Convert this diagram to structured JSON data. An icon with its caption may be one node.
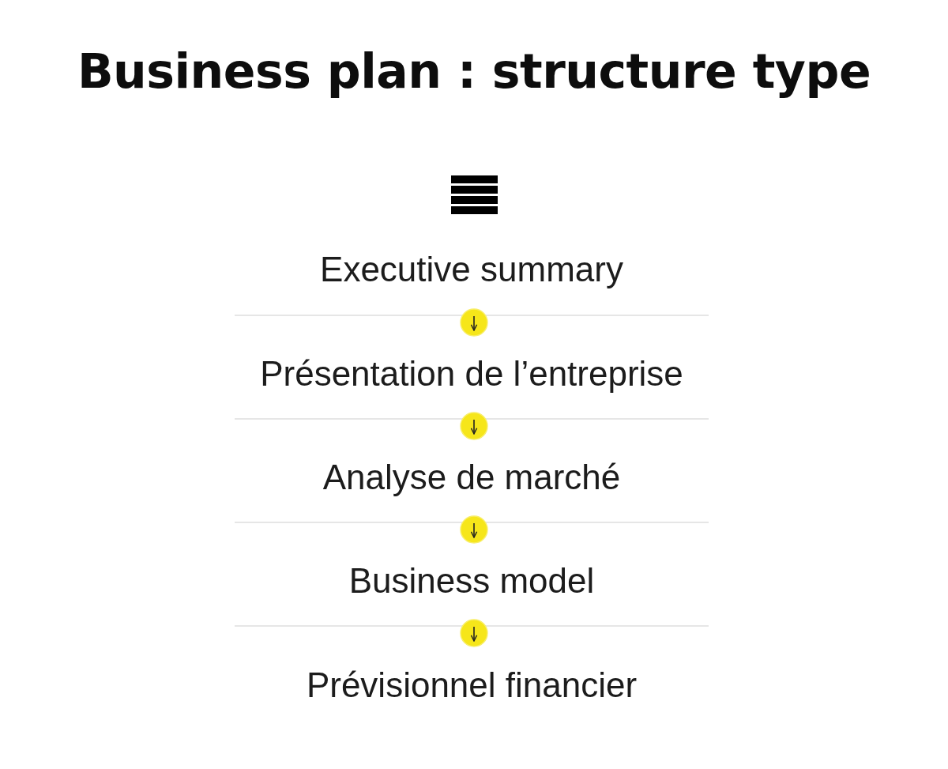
{
  "diagram": {
    "title": "Business plan : structure type",
    "nodes": [
      {
        "text": [
          "Executive summary"
        ]
      },
      {
        "text": [
          "Présentation de l’entreprise"
        ]
      },
      {
        "text": [
          "Analyse de marché"
        ]
      },
      {
        "text": [
          "Business model"
        ]
      },
      {
        "text": [
          "Prévisionnel financier"
        ]
      }
    ],
    "edges": [
      {
        "from": 0,
        "to": 1,
        "arrow": "to"
      },
      {
        "from": 1,
        "to": 2,
        "arrow": "to"
      },
      {
        "from": 2,
        "to": 3,
        "arrow": "to"
      },
      {
        "from": 3,
        "to": 4,
        "arrow": "to"
      }
    ]
  }
}
